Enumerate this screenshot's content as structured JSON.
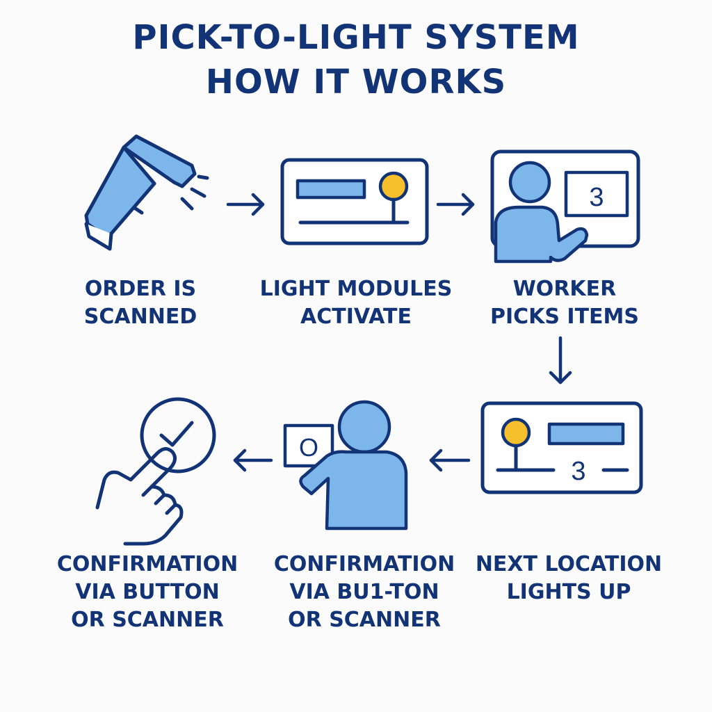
{
  "title": {
    "line1": "PICK-TO-LIGHT SYSTEM",
    "line2": "HOW IT WORKS"
  },
  "steps": [
    {
      "line1": "ORDER IS",
      "line2": "SCANNED",
      "icon": "barcode-scanner-icon"
    },
    {
      "line1": "LIGHT MODULES",
      "line2": "ACTIVATE",
      "icon": "light-module-icon"
    },
    {
      "line1": "WORKER",
      "line2": "PICKS ITEMS",
      "icon": "worker-display-icon",
      "display_number": "3"
    },
    {
      "line1": "NEXT LOCATION",
      "line2": "LIGHTS UP",
      "icon": "light-module-icon",
      "display_number": "3"
    },
    {
      "line1": "CONFIRMATION",
      "line2": "VIA BU1-TON",
      "line3": "OR SCANNER",
      "icon": "worker-button-icon",
      "display_number": "O"
    },
    {
      "line1": "CONFIRMATION",
      "line2": "VIA BUTTON",
      "line3": "OR SCANNER",
      "icon": "finger-check-icon"
    }
  ],
  "colors": {
    "navy": "#123477",
    "light_blue": "#7db6ea",
    "yellow": "#f6c02c"
  }
}
